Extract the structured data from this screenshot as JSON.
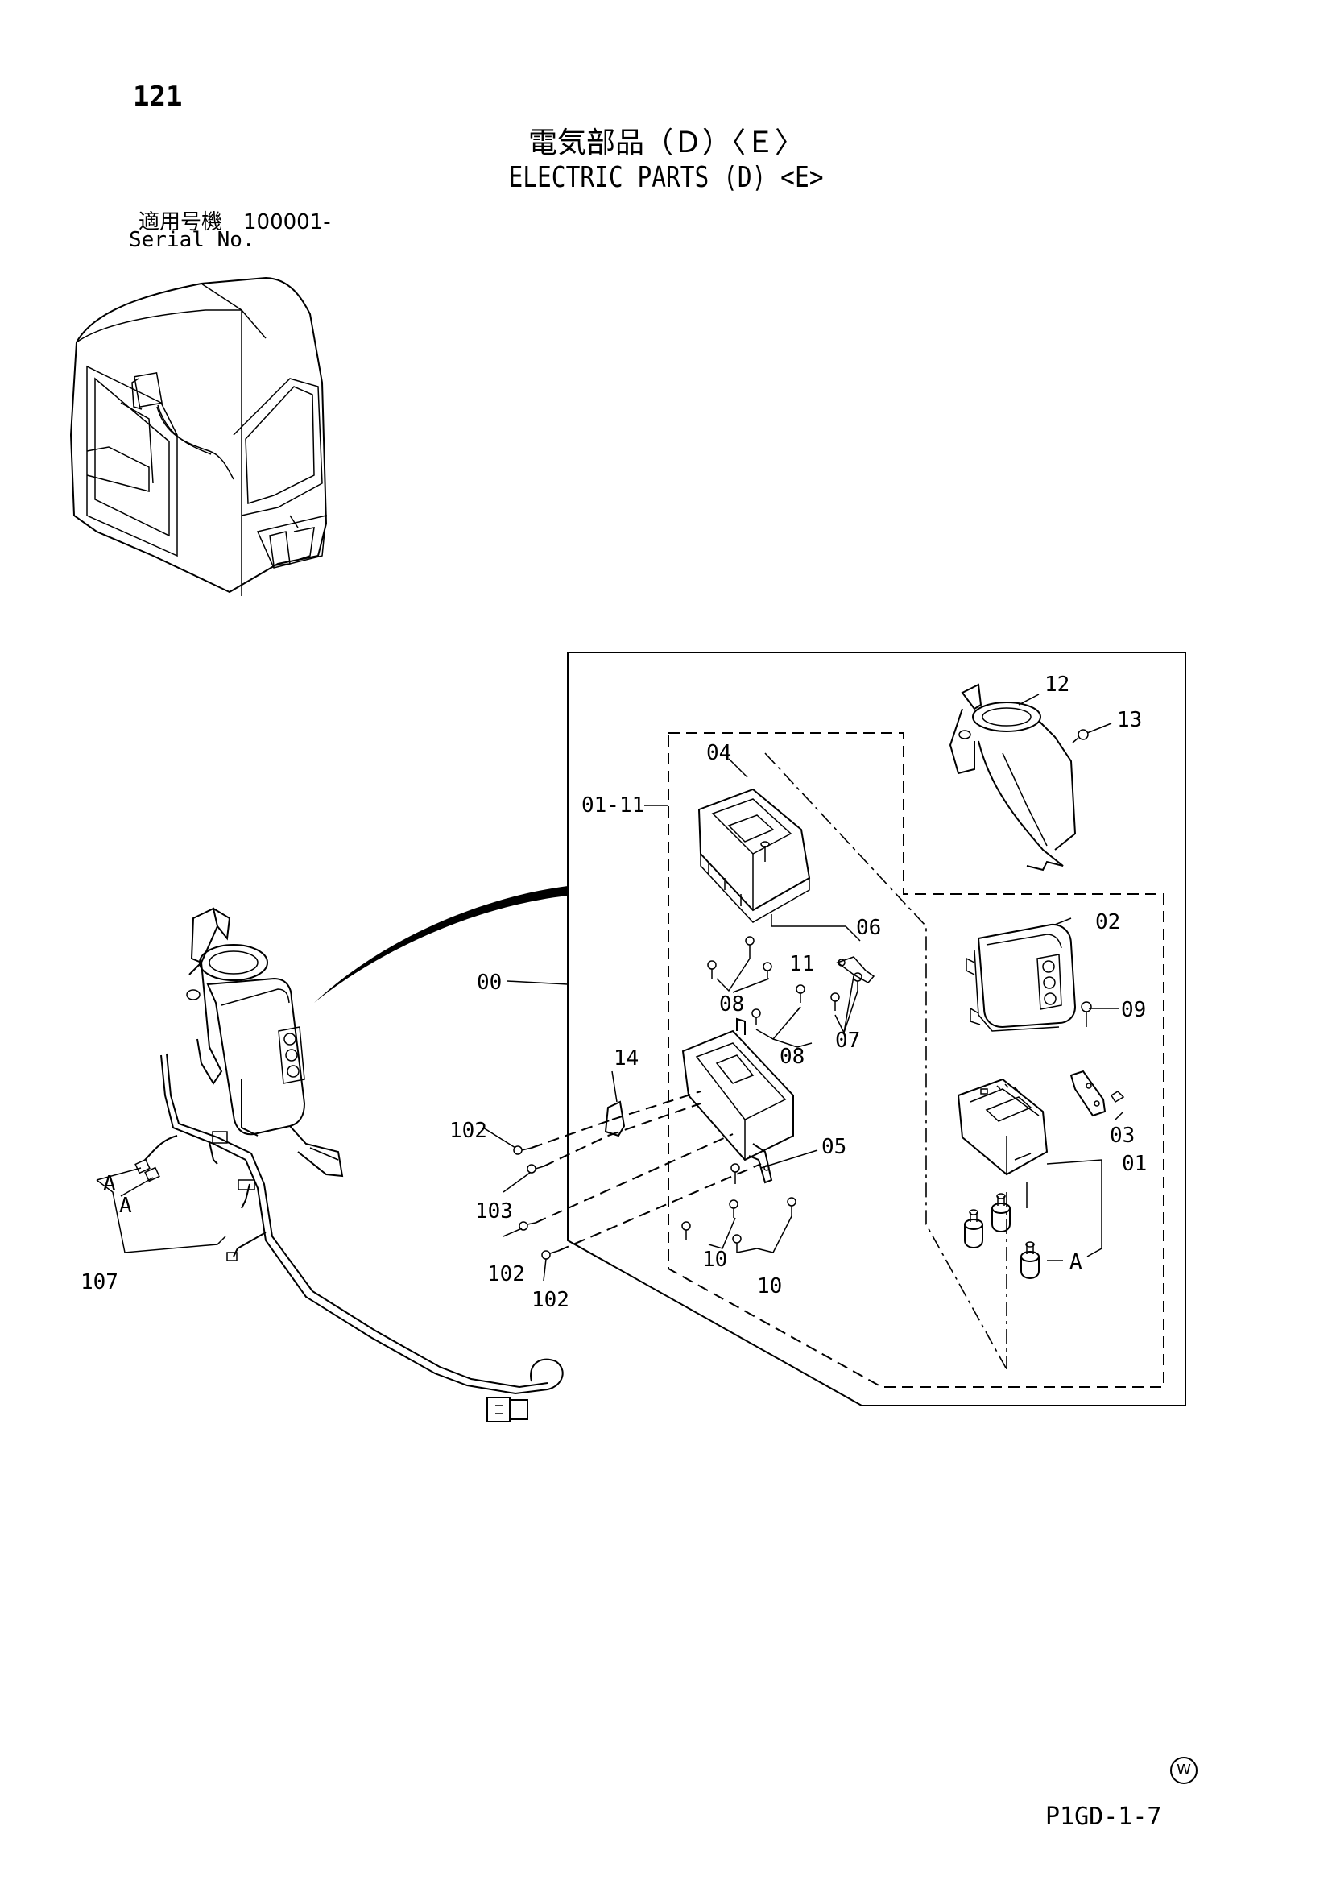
{
  "header": {
    "page_number": "121",
    "title_jp": "電気部品（Ｄ）〈Ｅ〉",
    "title_en": "ELECTRIC PARTS (D) <E>",
    "serial_label_jp": "適用号機　100001-",
    "serial_label_en": "Serial No."
  },
  "callouts": {
    "c00": "00",
    "c01": "01",
    "c01_11": "01-11",
    "c02": "02",
    "c03": "03",
    "c04": "04",
    "c05": "05",
    "c06": "06",
    "c07": "07",
    "c08a": "08",
    "c08b": "08",
    "c09": "09",
    "c10a": "10",
    "c10b": "10",
    "c11": "11",
    "c12": "12",
    "c13": "13",
    "c14": "14",
    "c102a": "102",
    "c102b": "102",
    "c102c": "102",
    "c103": "103",
    "c107": "107",
    "ref_a1": "A",
    "ref_a2": "A",
    "ref_a3": "A"
  },
  "footer": {
    "mark": "W",
    "sheet_code": "P1GD-1-7"
  }
}
